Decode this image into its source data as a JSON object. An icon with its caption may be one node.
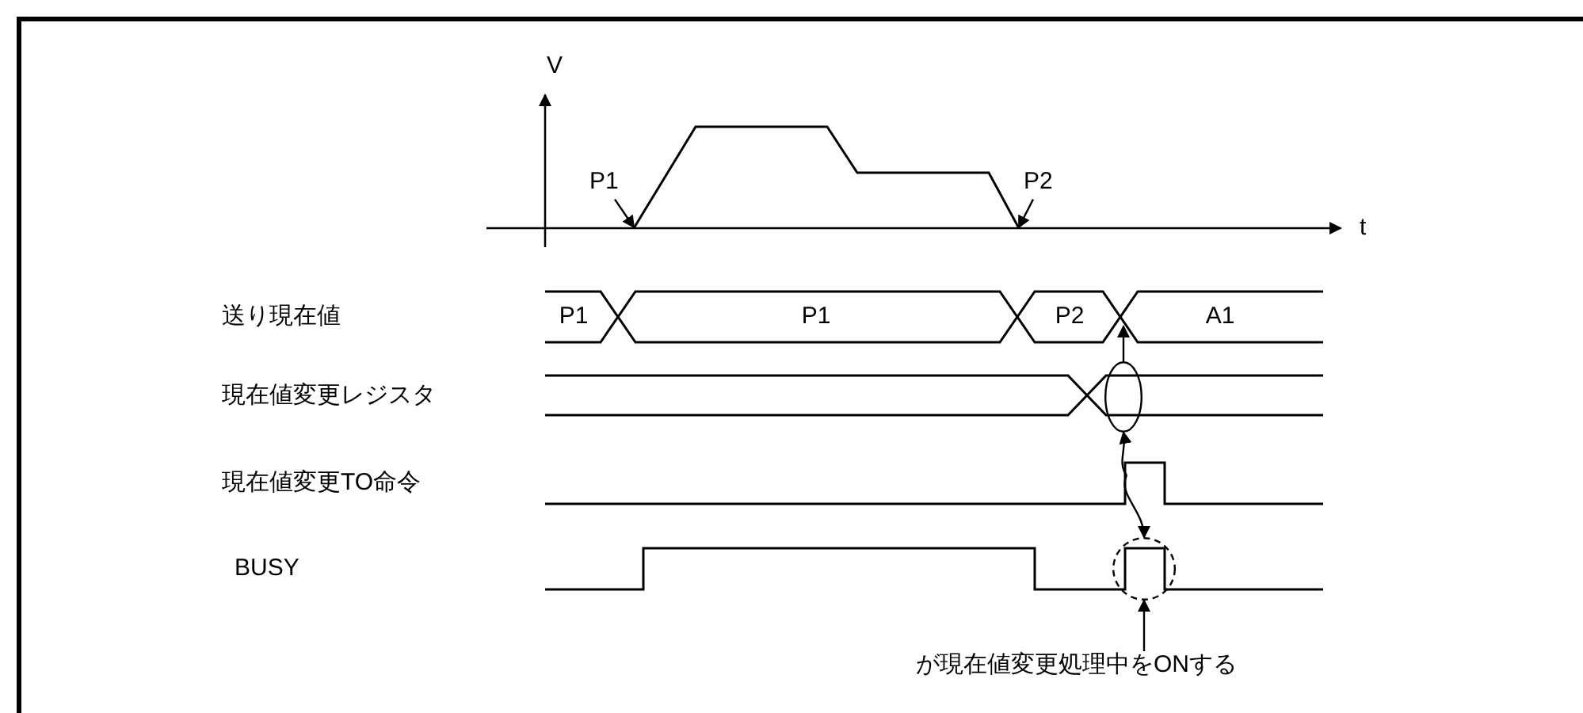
{
  "diagram": {
    "nodes": [
      {
        "text": [
          "P1"
        ]
      },
      {
        "text": [
          "P2"
        ]
      },
      {
        "text": [],
        "shape": "curve"
      },
      {
        "text": [],
        "shape": "ellipse"
      },
      {
        "text": [],
        "shape": "circle"
      },
      {
        "text": [
          "が現在値変更処理中をONする"
        ]
      }
    ],
    "edges": [
      {
        "from": 0,
        "to": 2,
        "arrow": "to"
      },
      {
        "from": 1,
        "to": 2,
        "arrow": "to"
      },
      {
        "from": 3,
        "to": null,
        "arrow": "to"
      },
      {
        "from": null,
        "to": 3,
        "arrow": "to"
      },
      {
        "from": null,
        "to": 4,
        "arrow": "to"
      },
      {
        "from": 5,
        "to": 4,
        "arrow": "to"
      }
    ],
    "labels": [
      "V",
      "t",
      "送り現在値",
      "P1",
      "P1",
      "P2",
      "A1",
      "現在値変更レジスタ",
      "現在値変更TO命令",
      "BUSY"
    ]
  }
}
